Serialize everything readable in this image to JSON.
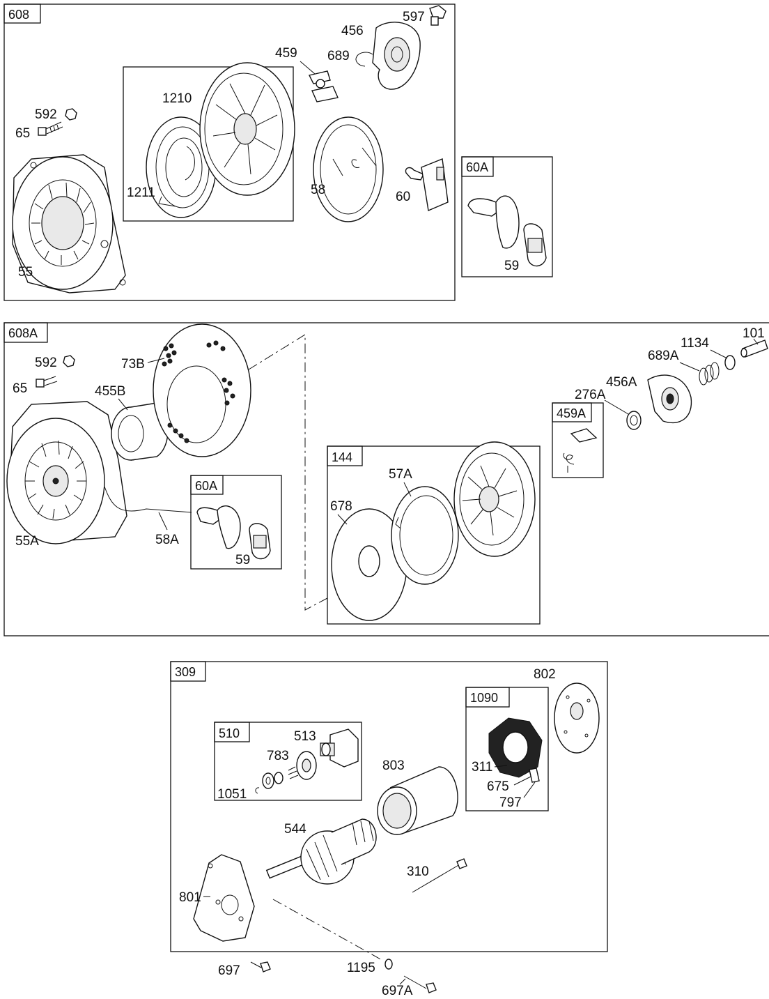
{
  "diagram": {
    "panels": [
      {
        "id": "608",
        "label": "608"
      },
      {
        "id": "608A",
        "label": "608A"
      },
      {
        "id": "309",
        "label": "309"
      }
    ],
    "subassemblies": {
      "p1_inner": "",
      "p1_60A": "60A",
      "p2_60A": "60A",
      "p2_459A": "459A",
      "p2_144": "144",
      "p3_510": "510",
      "p3_1090": "1090"
    },
    "callouts": {
      "p1": {
        "c597": "597",
        "c456": "456",
        "c459": "459",
        "c689": "689",
        "c1210": "1210",
        "c592": "592",
        "c65": "65",
        "c1211": "1211",
        "c58": "58",
        "c60": "60",
        "c55": "55",
        "c59": "59"
      },
      "p2": {
        "c592": "592",
        "c73B": "73B",
        "c65": "65",
        "c455B": "455B",
        "c55A": "55A",
        "c58A": "58A",
        "c59": "59",
        "c678": "678",
        "c57A": "57A",
        "c101": "101",
        "c1134": "1134",
        "c689A": "689A",
        "c456A": "456A",
        "c276A": "276A"
      },
      "p3": {
        "c802": "802",
        "c513": "513",
        "c783": "783",
        "c1051": "1051",
        "c803": "803",
        "c311": "311",
        "c675": "675",
        "c797": "797",
        "c544": "544",
        "c310": "310",
        "c801": "801",
        "c697": "697",
        "c1195": "1195",
        "c697A": "697A"
      }
    }
  }
}
